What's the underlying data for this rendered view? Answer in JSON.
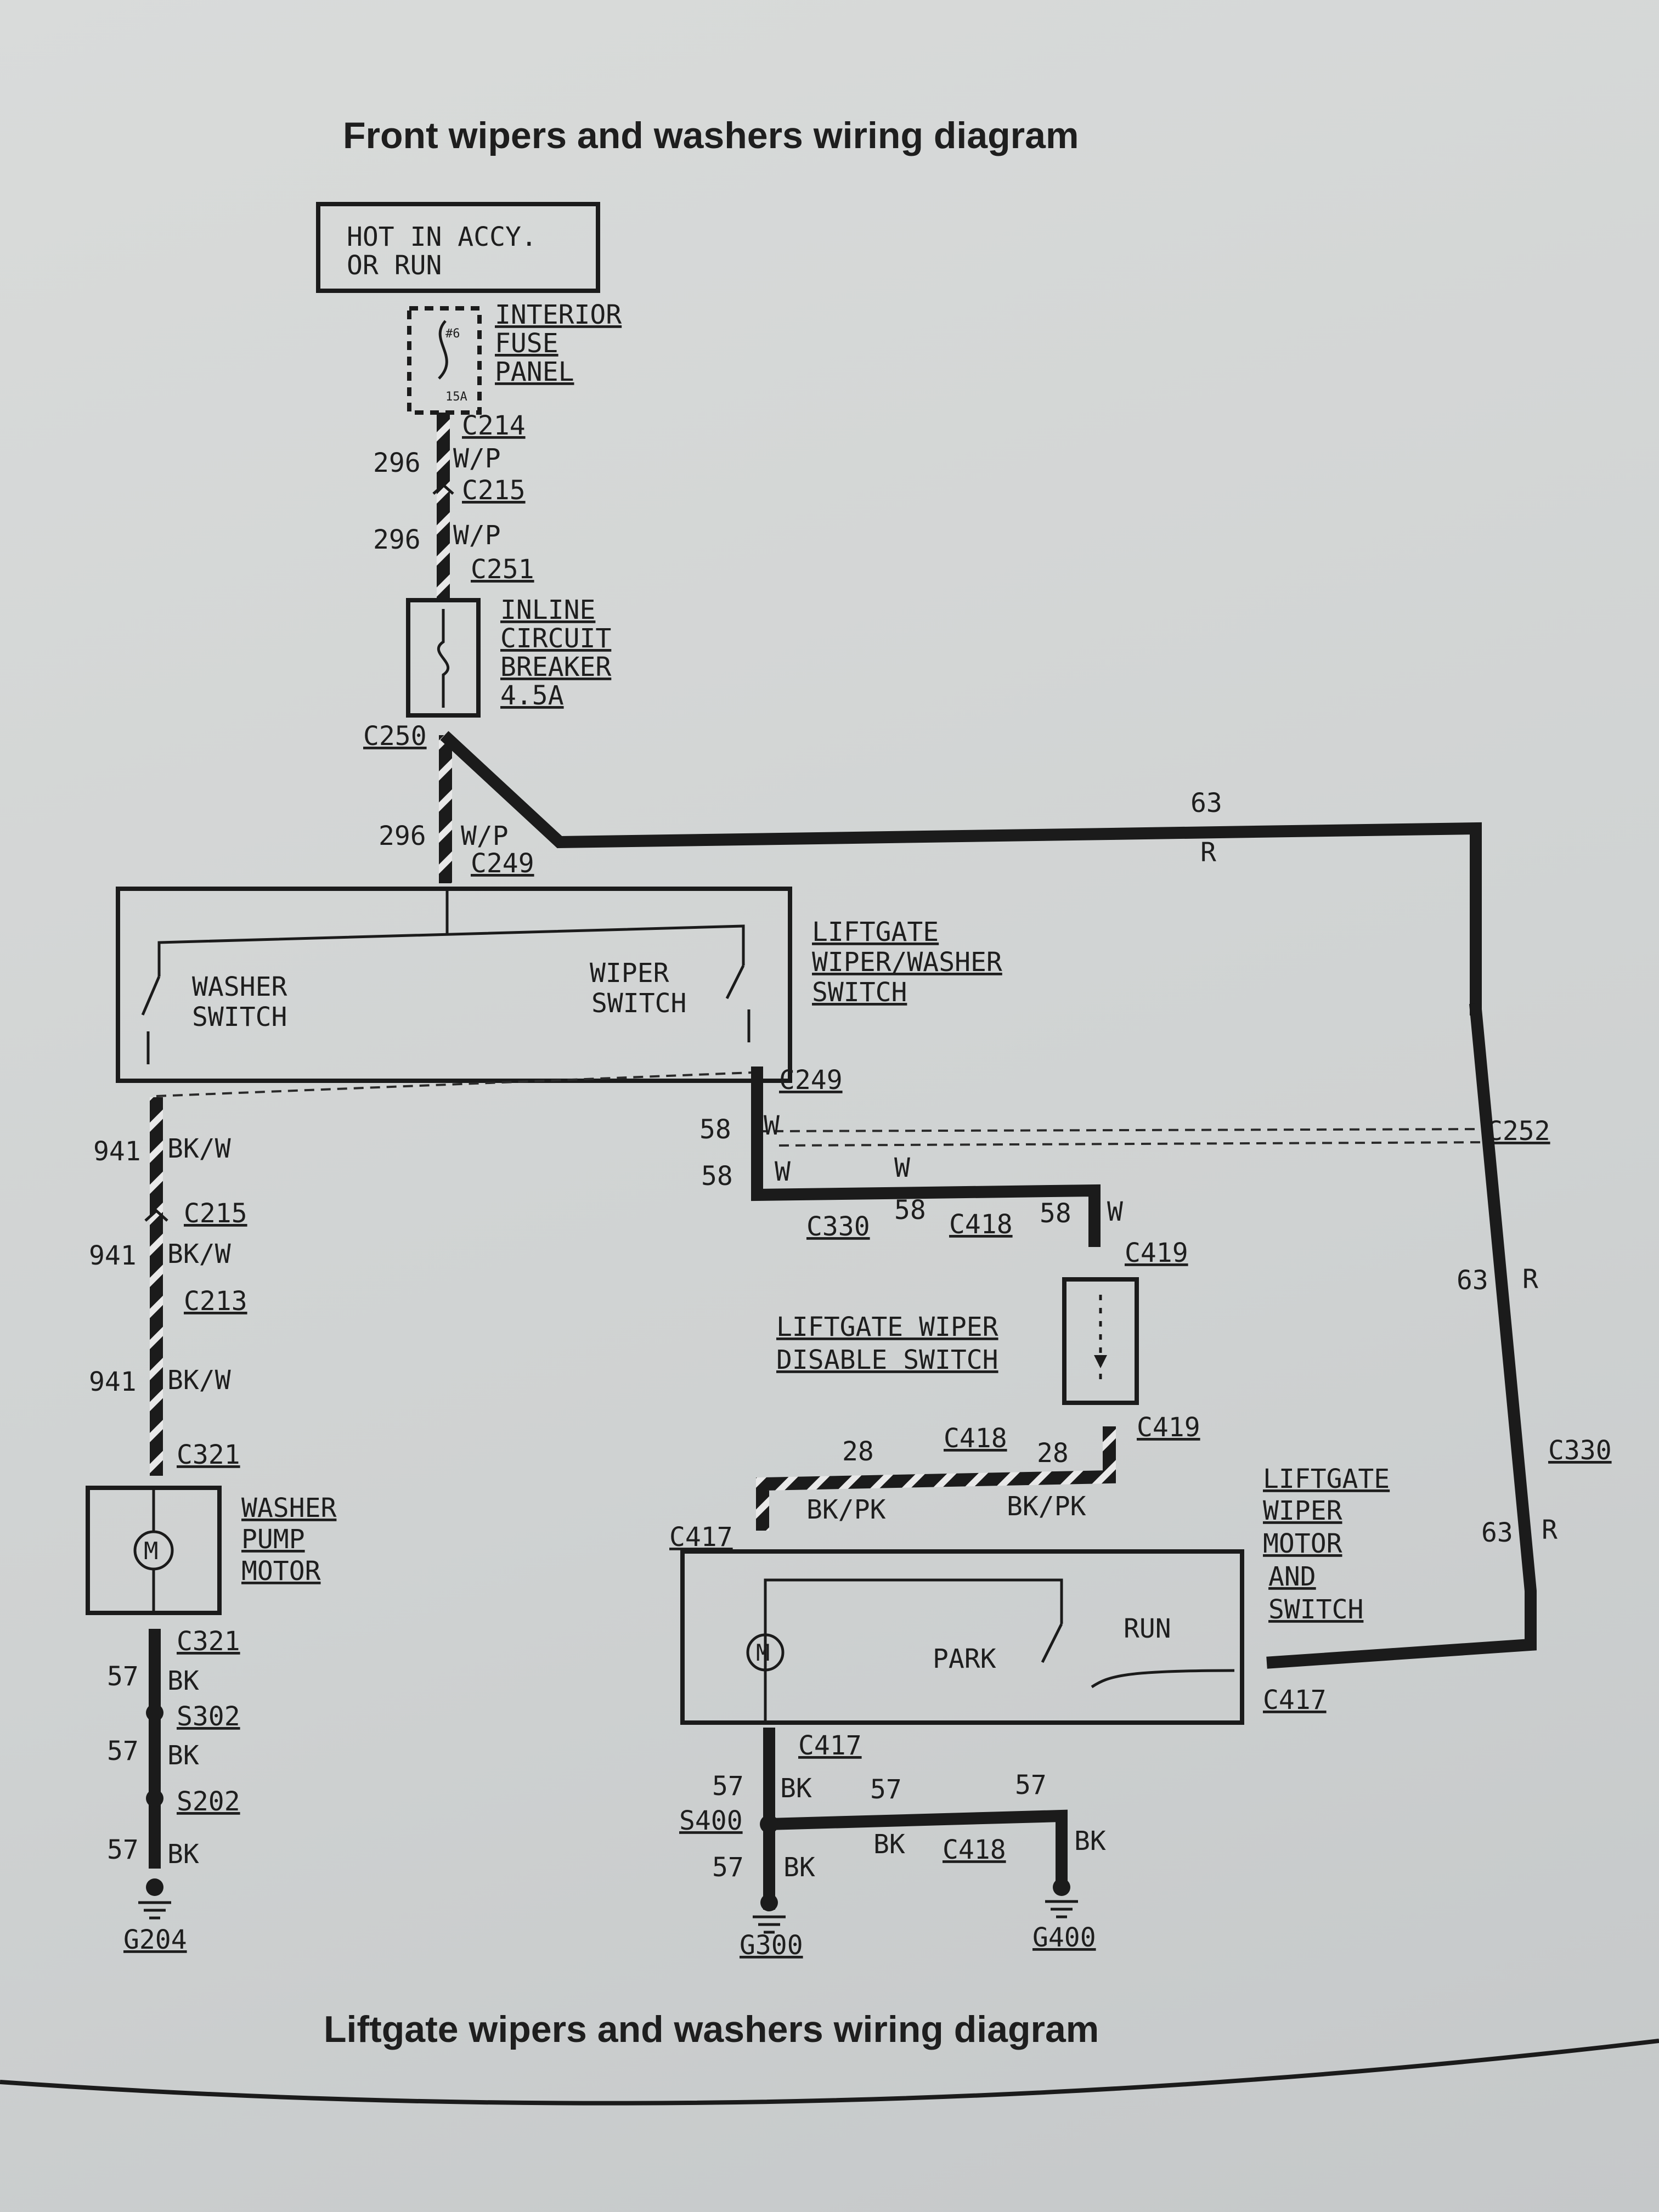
{
  "titles": {
    "top": "Front wipers and washers wiring diagram",
    "bottom": "Liftgate wipers and washers wiring diagram"
  },
  "power_box": {
    "line1": "HOT  IN  ACCY.",
    "line2": "OR  RUN"
  },
  "fuse_panel": {
    "line1": "INTERIOR",
    "line2": "FUSE",
    "line3": "PANEL",
    "fuse_no": "#6",
    "fuse_rating": "15A"
  },
  "breaker": {
    "line1": "INLINE",
    "line2": "CIRCUIT",
    "line3": "BREAKER",
    "line4": "4.5A"
  },
  "switch_assembly": {
    "line1": "LIFTGATE",
    "line2": "WIPER/WASHER",
    "line3": "SWITCH",
    "washer1": "WASHER",
    "washer2": "SWITCH",
    "wiper1": "WIPER",
    "wiper2": "SWITCH"
  },
  "pump_motor": {
    "line1": "WASHER",
    "line2": "PUMP",
    "line3": "MOTOR",
    "symbol": "M"
  },
  "disable_switch": {
    "line1": "LIFTGATE  WIPER",
    "line2": "DISABLE  SWITCH"
  },
  "wiper_motor": {
    "line1": "LIFTGATE",
    "line2": "WIPER",
    "line3": "MOTOR",
    "line4": "AND",
    "line5": "SWITCH",
    "park": "PARK",
    "run": "RUN",
    "symbol": "M"
  },
  "connectors": {
    "c214": "C214",
    "c215a": "C215",
    "c251": "C251",
    "c250": "C250",
    "c249a": "C249",
    "c249b": "C249",
    "c252": "C252",
    "c215b": "C215",
    "c213": "C213",
    "c321a": "C321",
    "c321b": "C321",
    "c330a": "C330",
    "c418a": "C418",
    "c419a": "C419",
    "c419b": "C419",
    "c418b": "C418",
    "c417a": "C417",
    "c330b": "C330",
    "c417b": "C417",
    "c417c": "C417",
    "c418c": "C418",
    "s302": "S302",
    "s202": "S202",
    "s400": "S400",
    "g204": "G204",
    "g300": "G300",
    "g400": "G400"
  },
  "wires": {
    "w296a": "296",
    "w296a_c": "W/P",
    "w296b": "296",
    "w296b_c": "W/P",
    "w296c": "296",
    "w296c_c": "W/P",
    "w63a": "63",
    "w63a_c": "R",
    "w63b": "63",
    "w63b_c": "R",
    "w63c": "63",
    "w63c_c": "R",
    "w941a": "941",
    "w941a_c": "BK/W",
    "w941b": "941",
    "w941b_c": "BK/W",
    "w941c": "941",
    "w941c_c": "BK/W",
    "w58a": "58",
    "w58a_c": "W",
    "w58b": "58",
    "w58b_c": "W",
    "w58c_c": "W",
    "w58d": "58",
    "w58e": "58",
    "w58e_c": "W",
    "w28a": "28",
    "w28a_c": "BK/PK",
    "w28b": "28",
    "w28b_c": "BK/PK",
    "w57a": "57",
    "w57a_c": "BK",
    "w57b": "57",
    "w57b_c": "BK",
    "w57c": "57",
    "w57c_c": "BK",
    "w57d": "57",
    "w57d_c": "BK",
    "w57e": "57",
    "w57e_c": "BK",
    "w57f": "57",
    "w57f_c": "BK",
    "w57g": "57",
    "w57g_c": "BK"
  }
}
